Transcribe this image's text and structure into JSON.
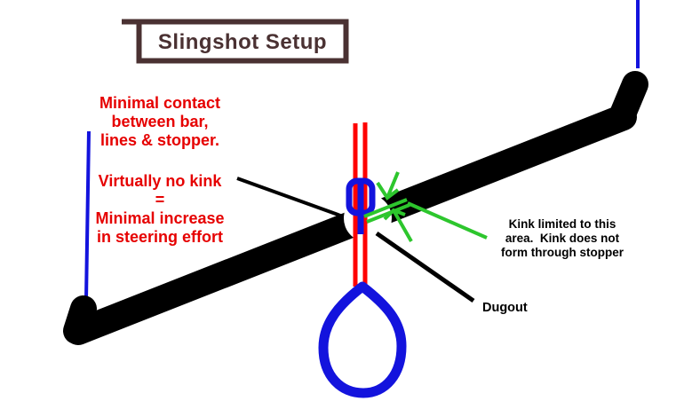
{
  "title": {
    "label": "Slingshot Setup"
  },
  "colors": {
    "background": "#ffffff",
    "title_brown": "#4a3132",
    "text_red": "#e60000",
    "line_red": "#ff0000",
    "blue": "#1313dd",
    "green": "#2dc62d",
    "black": "#000000"
  },
  "notes": {
    "contact": {
      "lines": [
        "Minimal contact",
        "between bar,",
        "lines & stopper."
      ]
    },
    "no_kink": {
      "lines": [
        "Virtually no kink",
        "=",
        "Minimal increase",
        "in steering effort"
      ]
    },
    "kink_area": {
      "lines": [
        "Kink limited to this",
        "area.  Kink does not",
        "form through stopper"
      ]
    },
    "dugout": {
      "label": "Dugout"
    }
  }
}
